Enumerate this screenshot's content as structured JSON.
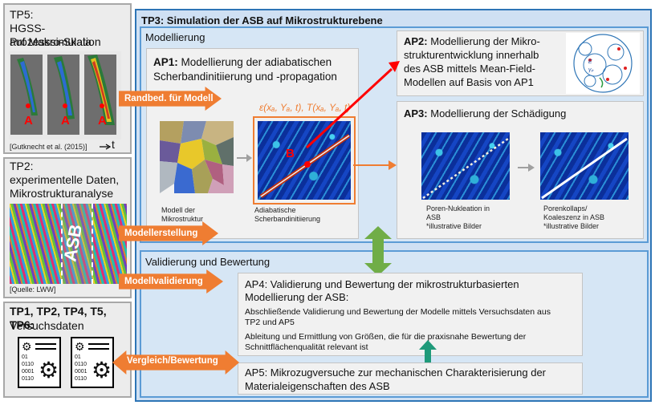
{
  "tp5": {
    "title": "TP5:",
    "subtitle_line1": "HGSS-Prozesssimulation",
    "subtitle_line2": "auf Makro-Skala",
    "marker": "A",
    "citation": "[Gutknecht et al. (2015)]",
    "axis_label": "t"
  },
  "tp2": {
    "title": "TP2:",
    "subtitle_line1": "experimentelle Daten,",
    "subtitle_line2": "Mikrostrukturanalyse",
    "asb_label": "ASB",
    "source": "[Quelle: LWW]"
  },
  "tp_group": {
    "title": "TP1, TP2, TP4, T5, TP6:",
    "subtitle": "Versuchsdaten",
    "doc_lines": [
      "01",
      "0110",
      "0001",
      "0110"
    ]
  },
  "tp3": {
    "title": "TP3: Simulation der ASB auf Mikrostrukturebene"
  },
  "modellierung": {
    "title": "Modellierung"
  },
  "ap1": {
    "title_bold": "AP1:",
    "title_rest": " Modellierung der adiabatischen",
    "title_line2": "Scherbandinitiierung und -propagation",
    "micro_caption": [
      "Modell der",
      "Mikrostruktur"
    ],
    "shear_caption": [
      "Adiabatische",
      "Scherbandinitiierung"
    ],
    "formula": "ε(xₐ, Yₐ, t), T(xₐ, Yₐ, t)",
    "marker": "B"
  },
  "ap2": {
    "title_bold": "AP2:",
    "title_rest": " Modellierung der Mikro-",
    "lines": [
      "strukturentwicklung innerhalb",
      "des ASB mittels Mean-Field-",
      "Modellen auf Basis von AP1"
    ]
  },
  "ap3": {
    "title_bold": "AP3:",
    "title_rest": " Modellierung der Schädigung",
    "cap1": [
      "Poren-Nukleation in",
      "ASB",
      "*illustrative Bilder"
    ],
    "cap2": [
      "Porenkollaps/",
      "Koaleszenz in ASB",
      "*illustrative Bilder"
    ]
  },
  "validierung": {
    "title": "Validierung und Bewertung"
  },
  "ap4": {
    "title_line1": "AP4: Validierung und Bewertung der mikrostrukturbasierten",
    "title_line2": "Modellierung der ASB:",
    "p1_line1": "Abschließende Validierung und Bewertung der Modelle mittels Versuchsdaten aus",
    "p1_line2": "TP2 und AP5",
    "p2_line1": "Ableitung und Ermittlung von Größen, die für die praxisnahe Bewertung der",
    "p2_line2": "Schnittflächenqualität relevant ist"
  },
  "ap5": {
    "line1": "AP5: Mikrozugversuche zur mechanischen Charakterisierung der",
    "line2": "Materialeigenschaften des ASB"
  },
  "arrows": {
    "randbed": "Randbed. für Modell",
    "modellerstellung": "Modellerstellung",
    "modellvalidierung": "Modellvalidierung",
    "vergleich": "Vergleich/Bewertung"
  },
  "colors": {
    "orange": "#ef7d32",
    "green": "#70ad47",
    "teal": "#1f9a7a",
    "red": "#ff0000",
    "tp3_bg": "#cfe0f3",
    "tp3_border": "#2e75b6",
    "inner_bg": "#d6e6f5"
  }
}
